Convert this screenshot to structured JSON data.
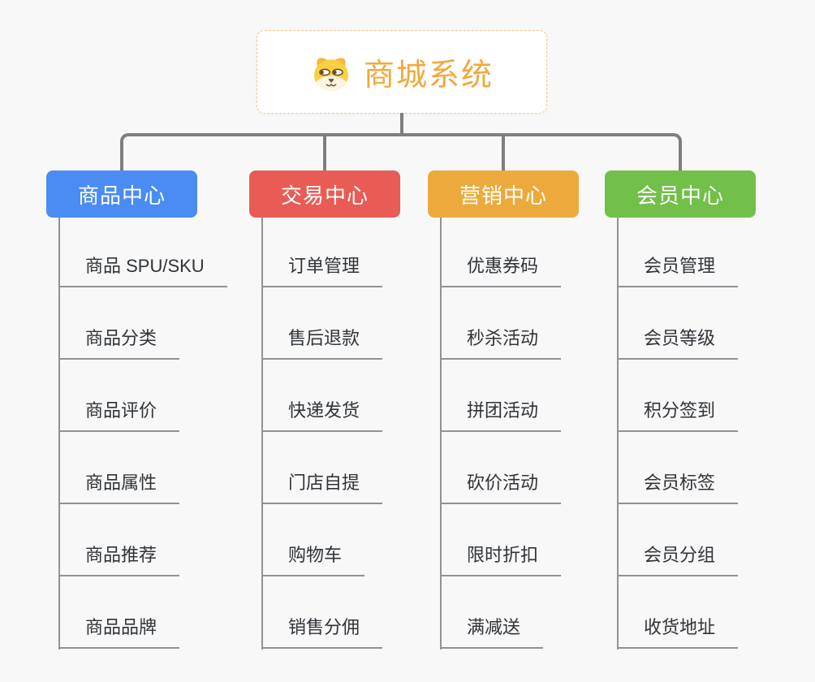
{
  "canvas": {
    "background": "#f8f8f8",
    "connector_color": "#7f7f7f",
    "line_color": "#8f9397",
    "item_text_color": "#2f3338"
  },
  "root": {
    "title": "商城系统",
    "title_color": "#f2a83c",
    "border_color": "#f5ca8c",
    "background": "#ffffff",
    "icon": "shiba-dog-face-icon",
    "icon_colors": {
      "head": "#fbd040",
      "ears": "#f6b73f",
      "muzzle": "#fdf6e3",
      "features": "#6b4423"
    }
  },
  "branches": [
    {
      "label": "商品中心",
      "color": "#4a8cf3",
      "items": [
        "商品 SPU/SKU",
        "商品分类",
        "商品评价",
        "商品属性",
        "商品推荐",
        "商品品牌"
      ]
    },
    {
      "label": "交易中心",
      "color": "#e95b55",
      "items": [
        "订单管理",
        "售后退款",
        "快递发货",
        "门店自提",
        "购物车",
        "销售分佣"
      ]
    },
    {
      "label": "营销中心",
      "color": "#ecaa3d",
      "items": [
        "优惠券码",
        "秒杀活动",
        "拼团活动",
        "砍价活动",
        "限时折扣",
        "满减送"
      ]
    },
    {
      "label": "会员中心",
      "color": "#72bf49",
      "items": [
        "会员管理",
        "会员等级",
        "积分签到",
        "会员标签",
        "会员分组",
        "收货地址"
      ]
    }
  ]
}
